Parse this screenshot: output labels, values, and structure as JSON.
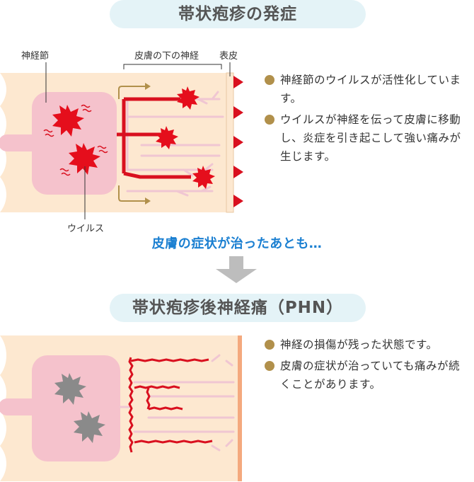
{
  "top": {
    "title": "帯状疱疹の発症",
    "label_ganglion": "神経節",
    "label_nerve_under_skin": "皮膚の下の神経",
    "label_epidermis": "表皮",
    "label_virus": "ウイルス",
    "bullets": [
      "神経節のウイルスが活性化しています。",
      "ウイルスが神経を伝って皮膚に移動し、炎症を引き起こして強い痛みが生じます。"
    ]
  },
  "transition": {
    "text": "皮膚の症状が治ったあとも…"
  },
  "bottom": {
    "title": "帯状疱疹後神経痛（PHN）",
    "bullets": [
      "神経の損傷が残った状態です。",
      "皮膚の症状が治っていても痛みが続くことがあります。"
    ]
  },
  "colors": {
    "skin": "#fde8d0",
    "ganglion": "#f5c2cc",
    "nerve_red": "#d9101f",
    "nerve_pink": "#f0c6d2",
    "arrow_gold": "#b1904b",
    "epidermis_bottom": "#f4a97e",
    "title_bg": "#e4f3f7",
    "transition_blue": "#1a7fd1",
    "down_arrow": "#bdbdbd"
  }
}
